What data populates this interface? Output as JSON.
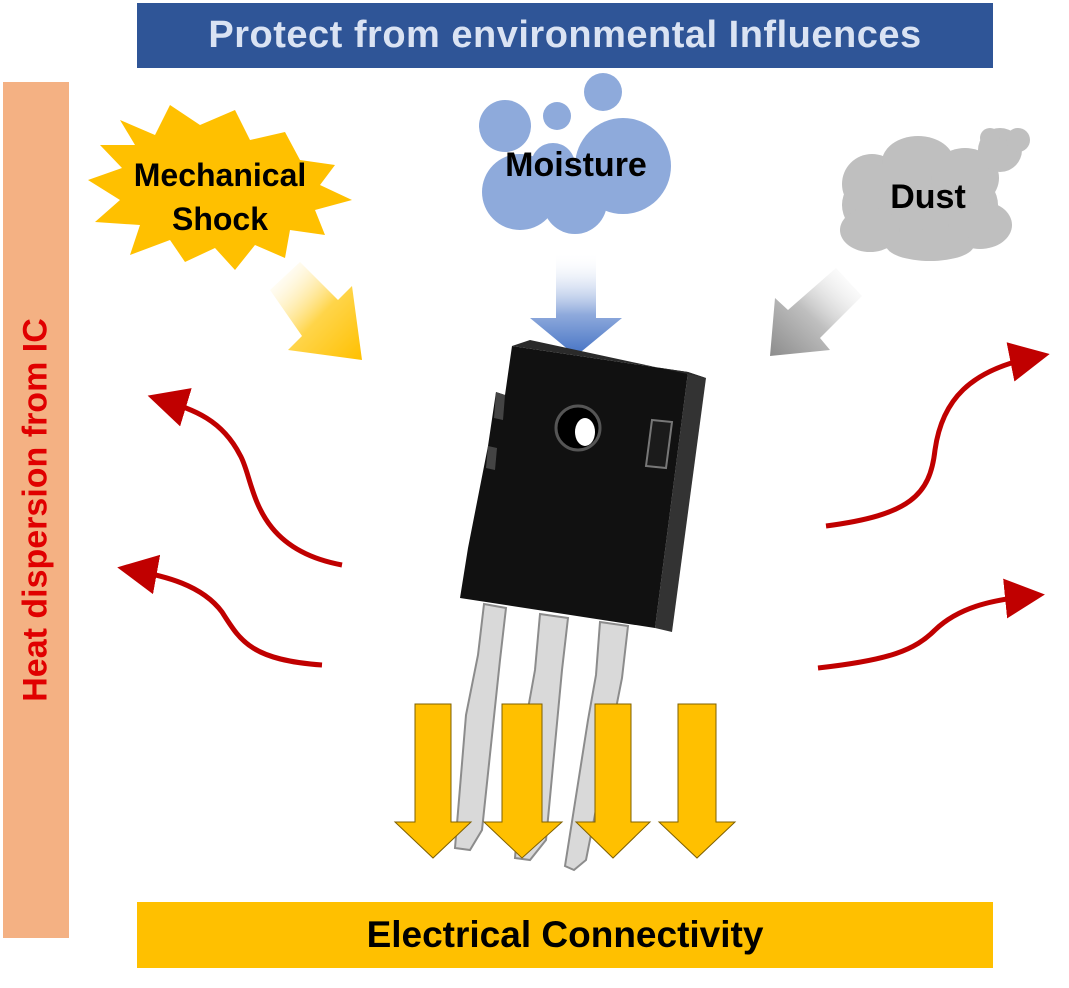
{
  "header": {
    "title": "Protect from environmental Influences"
  },
  "footer": {
    "title": "Electrical Connectivity"
  },
  "side": {
    "label": "Heat dispersion from IC"
  },
  "influences": {
    "shock_line1": "Mechanical",
    "shock_line2": "Shock",
    "moisture": "Moisture",
    "dust": "Dust"
  },
  "colors": {
    "header_bg": "#2f5597",
    "footer_bg": "#ffc000",
    "side_bg": "#f4b183",
    "heat_arrow": "#c00000",
    "moisture_blue": "#8eaadb",
    "dust_gray": "#bfbfbf",
    "shock_yellow": "#ffc000"
  },
  "icons": [
    "starburst-icon",
    "bubbles-icon",
    "cloud-icon",
    "transistor-icon",
    "heat-wave-arrow-icon",
    "down-arrow-icon"
  ]
}
